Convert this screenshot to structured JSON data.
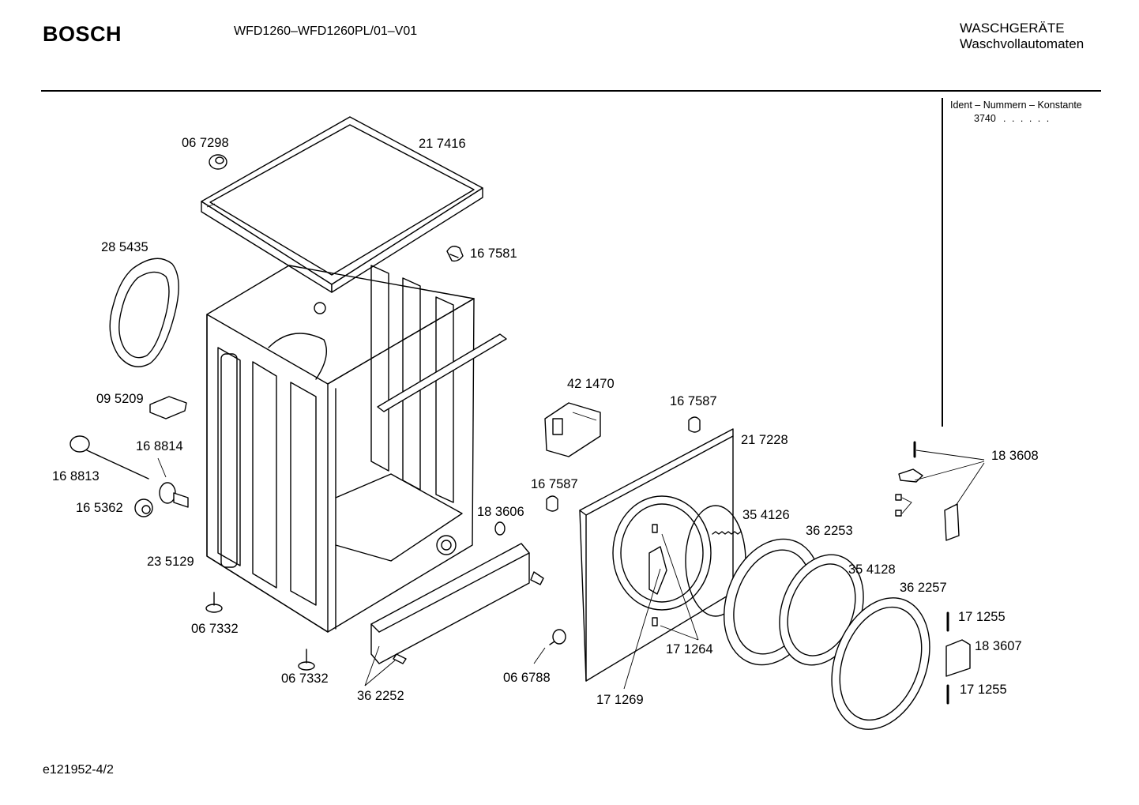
{
  "header": {
    "brand": "BOSCH",
    "model": "WFD1260–WFD1260PL/01–V01",
    "category_line1": "WASCHGERÄTE",
    "category_line2": "Waschvollautomaten"
  },
  "ident": {
    "title": "Ident – Nummern – Konstante",
    "value": "3740",
    "dots": ". . . . . ."
  },
  "footer": {
    "code": "e121952-4/2"
  },
  "parts": [
    {
      "id": "p-067298",
      "label": "06 7298"
    },
    {
      "id": "p-217416",
      "label": "21 7416"
    },
    {
      "id": "p-285435",
      "label": "28 5435"
    },
    {
      "id": "p-167581",
      "label": "16 7581"
    },
    {
      "id": "p-095209",
      "label": "09 5209"
    },
    {
      "id": "p-168814",
      "label": "16 8814"
    },
    {
      "id": "p-168813",
      "label": "16 8813"
    },
    {
      "id": "p-165362",
      "label": "16 5362"
    },
    {
      "id": "p-235129",
      "label": "23 5129"
    },
    {
      "id": "p-067332a",
      "label": "06 7332"
    },
    {
      "id": "p-067332b",
      "label": "06 7332"
    },
    {
      "id": "p-362252",
      "label": "36 2252"
    },
    {
      "id": "p-183606",
      "label": "18 3606"
    },
    {
      "id": "p-421470",
      "label": "42 1470"
    },
    {
      "id": "p-167587a",
      "label": "16 7587"
    },
    {
      "id": "p-167587b",
      "label": "16 7587"
    },
    {
      "id": "p-067788",
      "label": "06 6788"
    },
    {
      "id": "p-217228",
      "label": "21 7228"
    },
    {
      "id": "p-354126",
      "label": "35 4126"
    },
    {
      "id": "p-362253",
      "label": "36 2253"
    },
    {
      "id": "p-354128",
      "label": "35 4128"
    },
    {
      "id": "p-362257",
      "label": "36 2257"
    },
    {
      "id": "p-171264",
      "label": "17 1264"
    },
    {
      "id": "p-171269",
      "label": "17 1269"
    },
    {
      "id": "p-183608",
      "label": "18 3608"
    },
    {
      "id": "p-171255a",
      "label": "17 1255"
    },
    {
      "id": "p-183607",
      "label": "18 3607"
    },
    {
      "id": "p-171255b",
      "label": "17 1255"
    }
  ]
}
